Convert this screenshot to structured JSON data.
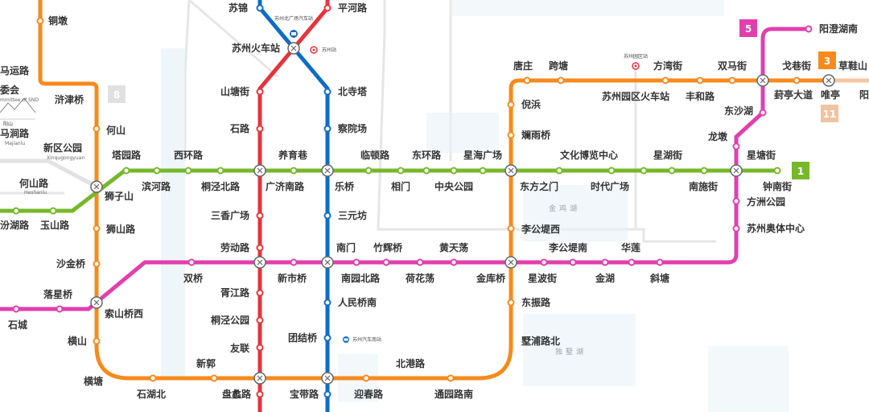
{
  "colors": {
    "line1": "#76b82a",
    "line2": "#e5343c",
    "line4": "#0f6cc4",
    "line5": "#e13fad",
    "line3": "#f78a1d",
    "line11": "#f0c4a0",
    "line8": "#d9d9d9",
    "water": "#cfe6ef",
    "bg_grey": "#e6e6e6"
  },
  "badges": {
    "line1": "1",
    "line3": "3",
    "line5": "5",
    "line8": "8",
    "line11": "11"
  },
  "landmarks": {
    "bus_north": "苏州北广场汽车站",
    "suzhou_station": "苏州站",
    "park_station": "苏州园区站",
    "bus_south": "苏州汽车南站",
    "committee": "委会",
    "committee_en": "mmittee of SND",
    "mountain": "阳山",
    "lake_jinji": "金鸡湖",
    "lake_dushu": "独墅湖"
  },
  "stations": {
    "tongdun": "铜墩",
    "mayunlu": "马运路",
    "jinqiao": "浒津桥",
    "majianlu": "马涧路",
    "majianlu_en": "Majianlu",
    "xinqu_park": "新区公园",
    "xinqu_park_en": "Xinqugongyuan",
    "heshan": "何山",
    "heshanlu": "何山路",
    "heshanlu_en": "Heshanlu",
    "taluo": "塔园路",
    "xihuan": "西环路",
    "binhe": "滨河路",
    "tongjingbei": "桐泾北路",
    "shizishan": "狮子山",
    "fenhulu": "汾湖路",
    "yushan": "玉山路",
    "shishanlu": "狮山路",
    "shajinqiao": "沙金桥",
    "luoxingqiao": "落星桥",
    "suoshanqiaoxi": "索山桥西",
    "shicheng": "石城",
    "hengshan": "横山",
    "hengtang": "横塘",
    "shihubei": "石湖北",
    "suzhoumian": "苏锦",
    "pinghe": "平河路",
    "suzhou_hcz": "苏州火车站",
    "shantang": "山塘街",
    "beisi": "北寺塔",
    "shilu": "石路",
    "chaxianchang": "察院场",
    "yangyuxiang": "养育巷",
    "guangjinan": "广济南路",
    "leqiao": "乐桥",
    "lindunlu": "临顿路",
    "xiangmen": "相门",
    "donghuanlu": "东环路",
    "zhongyang_park": "中央公园",
    "xinghai": "星海广场",
    "sanxiang": "三香广场",
    "sanyuanfang": "三元坊",
    "laodonglu": "劳动路",
    "nanmen": "南门",
    "zhuhuiqiao": "竹辉桥",
    "huangtiandang": "黄天荡",
    "shuangqiao": "双桥",
    "xinshiqiao": "新市桥",
    "nanyuanbei": "南园北路",
    "hehuadang": "荷花荡",
    "jinkuqiao": "金库桥",
    "xujiang": "胥江路",
    "renminqiaonan": "人民桥南",
    "tongjinggongyuan": "桐泾公园",
    "youlian": "友联",
    "tuanjieqiao": "团结桥",
    "xinguo": "新郭",
    "beigang": "北港路",
    "panlilu": "盘蠡路",
    "baodailu": "宝带路",
    "yingchunlu": "迎春路",
    "tongyuannan": "通园路南",
    "tangzhuang": "唐庄",
    "kuatang": "跨塘",
    "yuanqu_hcz": "苏州园区火车站",
    "fangwanjie": "方湾街",
    "shuangmajie": "双马街",
    "gexiangjie": "戈巷街",
    "caoqiao": "草鞋山",
    "fengheluo": "丰和路",
    "yangchenghu": "阳澄湖南",
    "jitingdadao": "葑亭大道",
    "weiting": "唯亭",
    "yangchengdongzhan": "阳",
    "nixi": "倪浜",
    "dongshahu": "东沙湖",
    "jiyuqiao": "斓雨桥",
    "longdun": "龙墩",
    "wenhuabolan": "文化博览中心",
    "xinghujie": "星湖街",
    "xingtangjie": "星塘街",
    "dongfangzhimen": "东方之门",
    "shidaiguangchang": "时代广场",
    "nanshijie": "南施街",
    "zhongnanjie": "钟南街",
    "fangzhoupark": "方洲公园",
    "ligongdi": "李公堤西",
    "aoti": "苏州奥体中心",
    "ligongdinan": "李公堤南",
    "hualian": "华莲",
    "xingbojie": "星波街",
    "jinhu": "金湖",
    "xietang": "斜塘",
    "dongzhenlu": "东振路",
    "shupulubei": "墅浦路北"
  }
}
